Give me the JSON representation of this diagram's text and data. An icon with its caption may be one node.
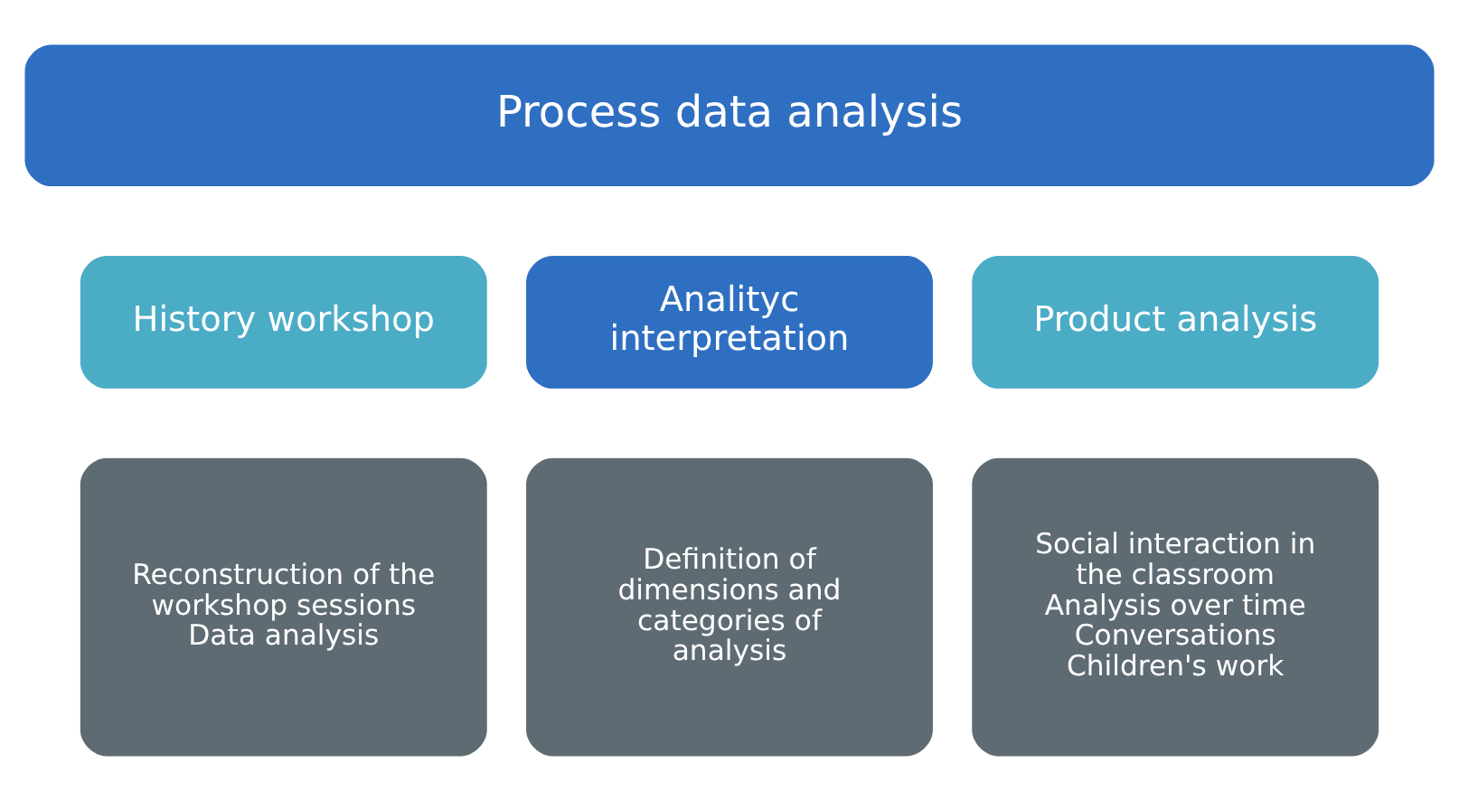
{
  "diagram": {
    "nodes": [
      {
        "text": [
          "Process data analysis"
        ]
      },
      {
        "text": [
          "History workshop"
        ]
      },
      {
        "text": [
          "Analityc interpretation"
        ]
      },
      {
        "text": [
          "Product analysis"
        ]
      },
      {
        "text": [
          "Reconstruction of the workshop sessions",
          "Data analysis"
        ]
      },
      {
        "text": [
          "Definition of dimensions and categories of analysis"
        ]
      },
      {
        "text": [
          "Social interaction in the classroom",
          "Analysis over time",
          "Conversations",
          "Children's work"
        ]
      }
    ],
    "edges": []
  }
}
